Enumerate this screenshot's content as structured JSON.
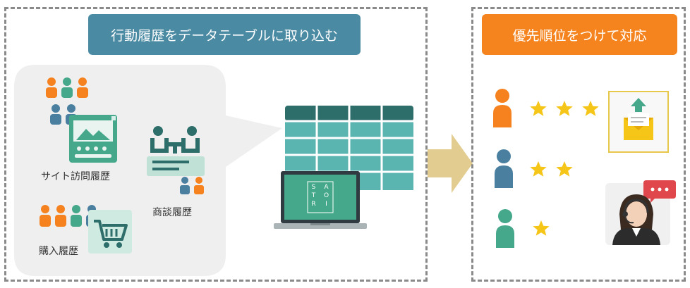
{
  "left_panel": {
    "title": "行動履歴をデータテーブルに取り込む",
    "labels": {
      "site_visit": "サイト訪問履歴",
      "negotiation": "商談履歴",
      "purchase": "購入履歴"
    },
    "laptop_logo": [
      "S",
      "A",
      "T",
      "O",
      "R",
      "I"
    ]
  },
  "right_panel": {
    "title": "優先順位をつけて対応",
    "priority_rows": [
      {
        "person_color": "#f5821f",
        "stars": 3,
        "action_icon": "email-icon"
      },
      {
        "person_color": "#4a7fa0",
        "stars": 2,
        "action_icon": "none"
      },
      {
        "person_color": "#45a88a",
        "stars": 1,
        "action_icon": "operator-icon"
      }
    ]
  },
  "colors": {
    "orange": "#f5821f",
    "blue": "#4a7fa0",
    "teal": "#45a88a",
    "title_blue": "#4a8aa3",
    "title_orange": "#f5841f",
    "star": "#f5c518",
    "arrow": "#e3cc8f",
    "table_dark": "#2d6e6b",
    "table_light": "#5ab4b0"
  }
}
